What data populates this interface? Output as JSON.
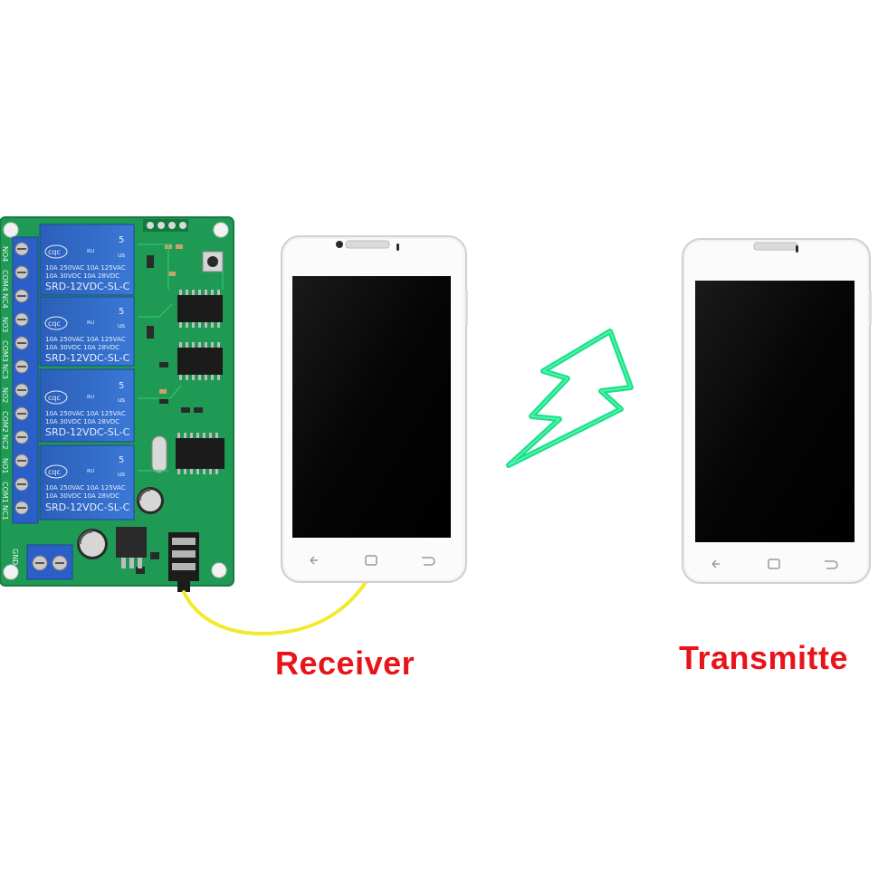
{
  "labels": {
    "receiver": "Receiver",
    "transmitter": "Transmitte"
  },
  "relay": {
    "brand": "cqc",
    "ratings_line1": "10A 250VAC  10A 125VAC",
    "ratings_line2": "10A 30VDC   10A 28VDC",
    "model": "SRD-12VDC-SL-C",
    "pin_count": "5",
    "cert": "us"
  },
  "terminals": {
    "left_strip": [
      "NO4",
      "COM4",
      "NC4",
      "NO3",
      "COM3",
      "NC3",
      "NO2",
      "COM2",
      "NC2",
      "NO1",
      "COM1",
      "NC1"
    ],
    "power": "GND"
  },
  "colors": {
    "pcb": "#1f9a55",
    "relay_body": "#2f68c4",
    "lightning": "#19e38a",
    "cable": "#f2ea2a",
    "label": "#e8141a"
  },
  "icons": [
    "back-icon",
    "home-icon",
    "recent-apps-icon",
    "lightning-bolt-icon"
  ]
}
